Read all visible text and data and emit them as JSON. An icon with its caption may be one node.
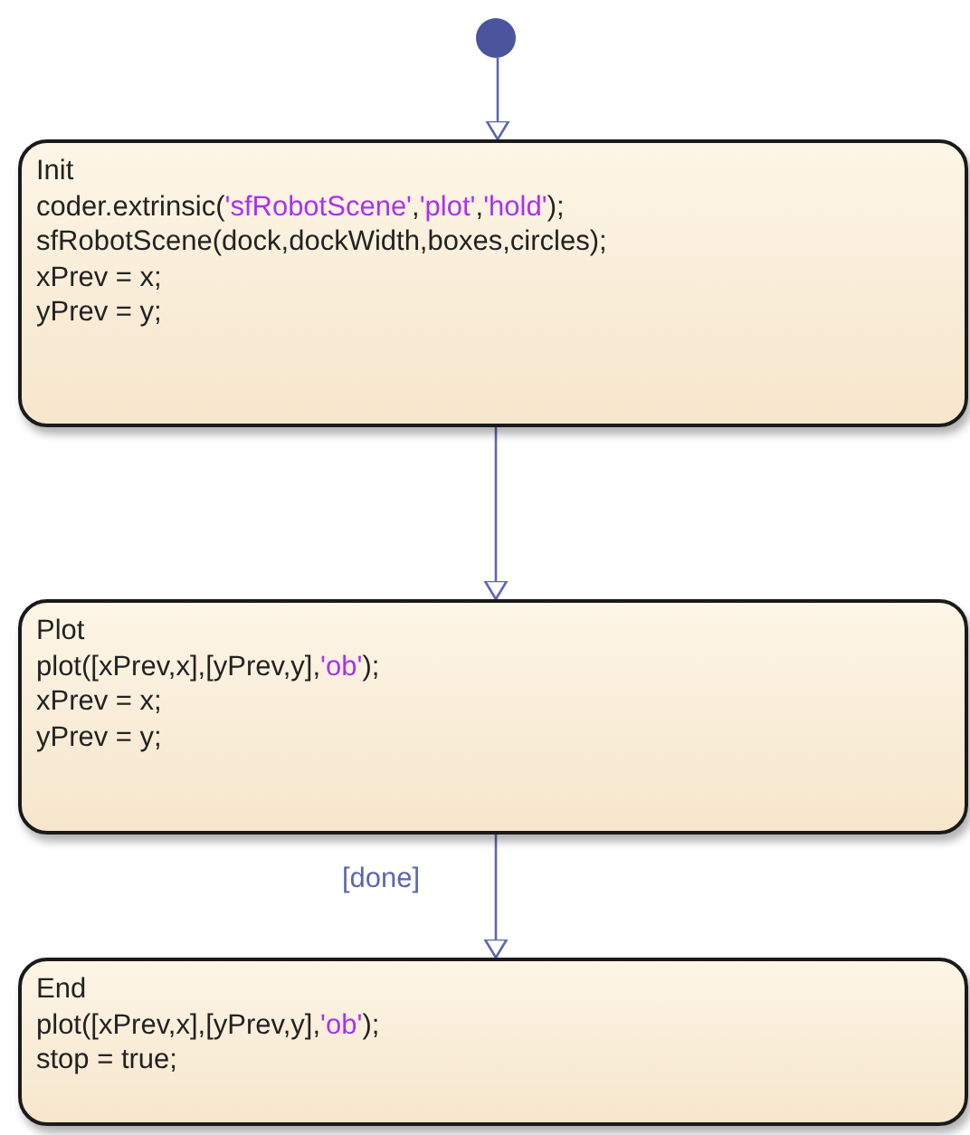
{
  "diagram": {
    "nodes": [
      {
        "text": [],
        "shape": "circle"
      },
      {
        "text": [
          "Init",
          "coder.extrinsic('sfRobotScene','plot','hold');",
          "sfRobotScene(dock,dockWidth,boxes,circles);",
          "xPrev = x;",
          "yPrev = y;"
        ]
      },
      {
        "text": [
          "Plot",
          "plot([xPrev,x],[yPrev,y],'ob');",
          "xPrev = x;",
          "yPrev = y;"
        ]
      },
      {
        "text": [
          "End",
          "plot([xPrev,x],[yPrev,y],'ob');",
          "stop = true;"
        ]
      }
    ],
    "edges": [
      {
        "from": 0,
        "to": 1,
        "arrow": "to"
      },
      {
        "from": 1,
        "to": 2,
        "arrow": "to"
      },
      {
        "from": 2,
        "to": 3,
        "arrow": "to",
        "label": "[done]"
      }
    ]
  }
}
